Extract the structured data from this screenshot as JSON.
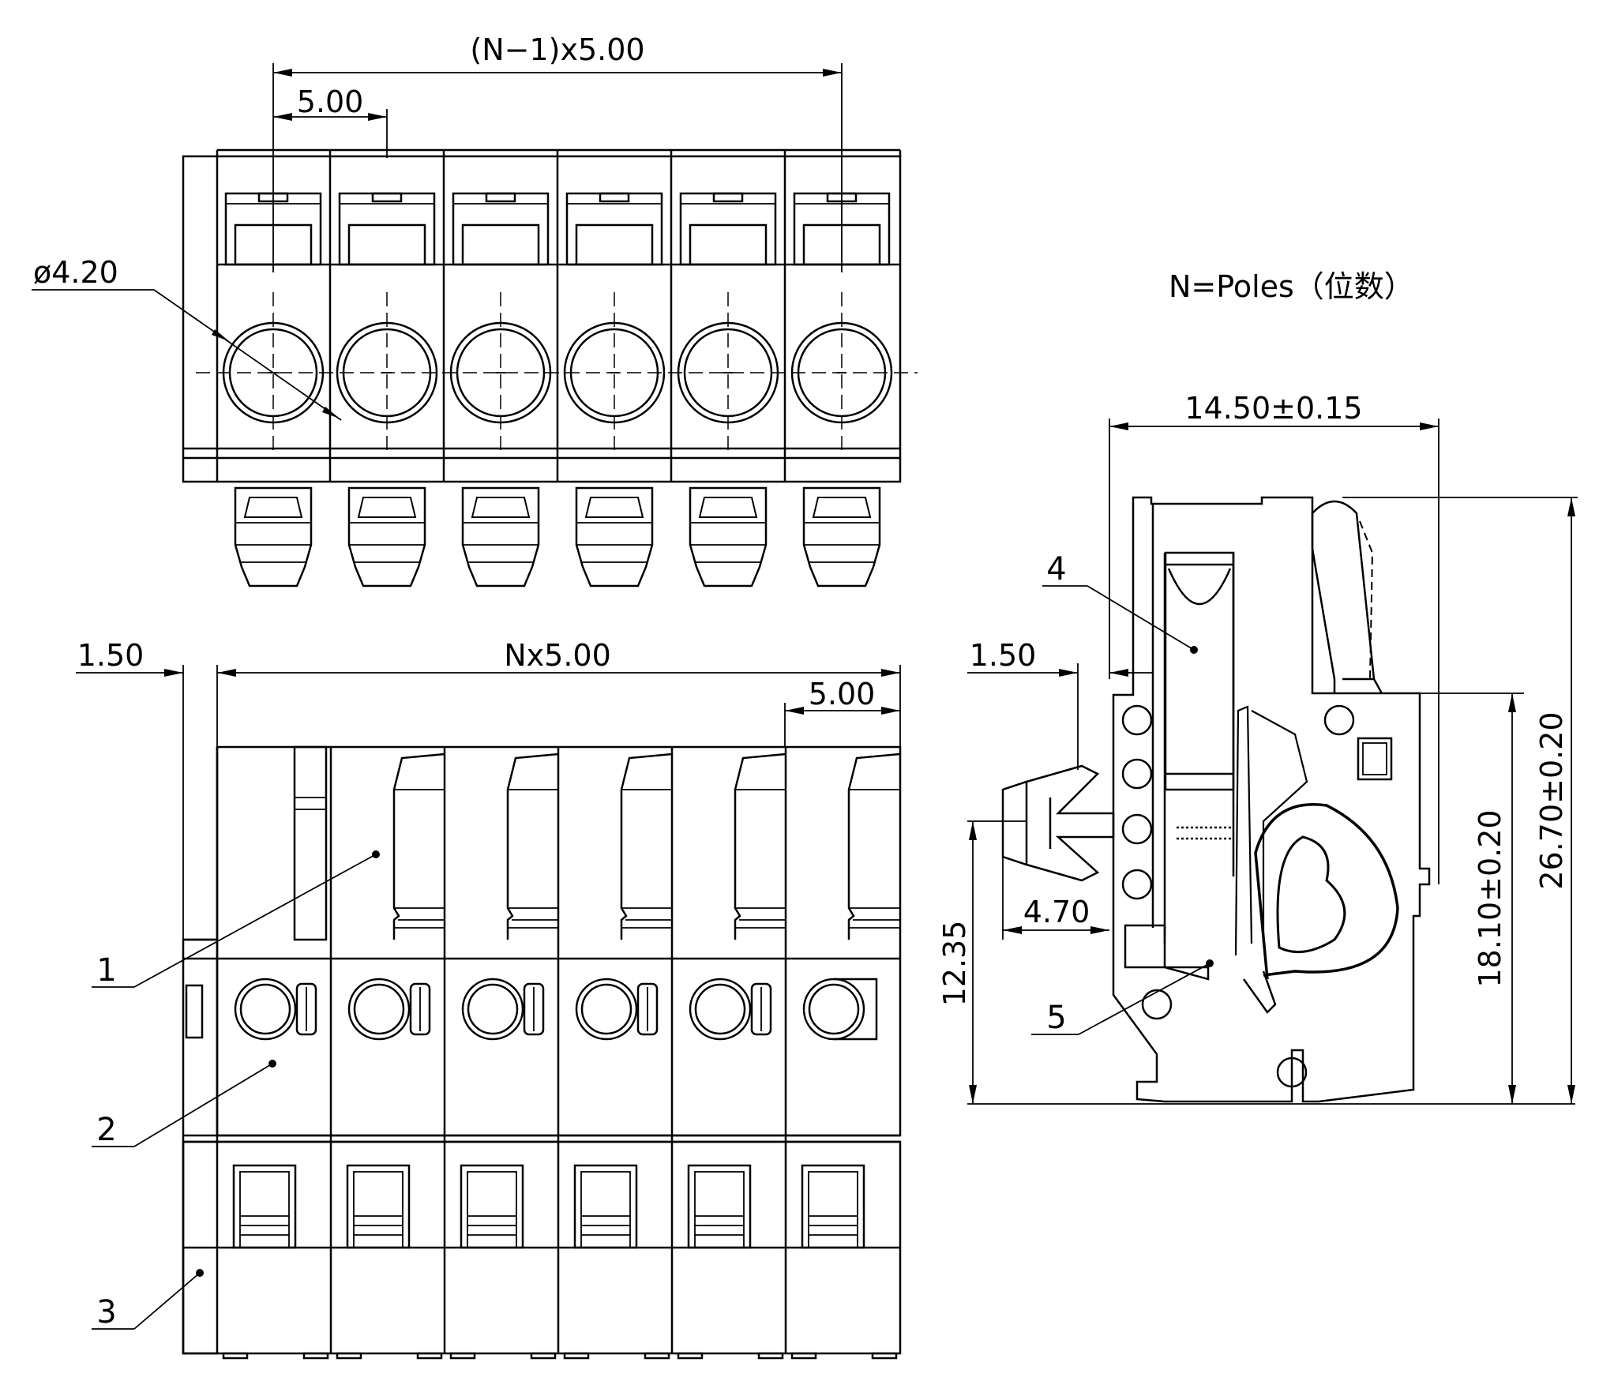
{
  "top_view": {
    "pitch_total_label": "(N−1)x5.00",
    "pitch_label": "5.00",
    "hole_diameter_label": "ø4.20"
  },
  "front_view": {
    "offset_label": "1.50",
    "total_width_label": "Nx5.00",
    "pitch_label": "5.00",
    "callout_1": "1",
    "callout_2": "2",
    "callout_3": "3"
  },
  "side_view": {
    "poles_note": "N=Poles（位数）",
    "width_label": "14.50±0.15",
    "offset_label": "1.50",
    "pin_length_label": "4.70",
    "pin_height_label": "12.35",
    "mid_height_label": "18.10±0.20",
    "total_height_label": "26.70±0.20",
    "callout_4": "4",
    "callout_5": "5"
  }
}
